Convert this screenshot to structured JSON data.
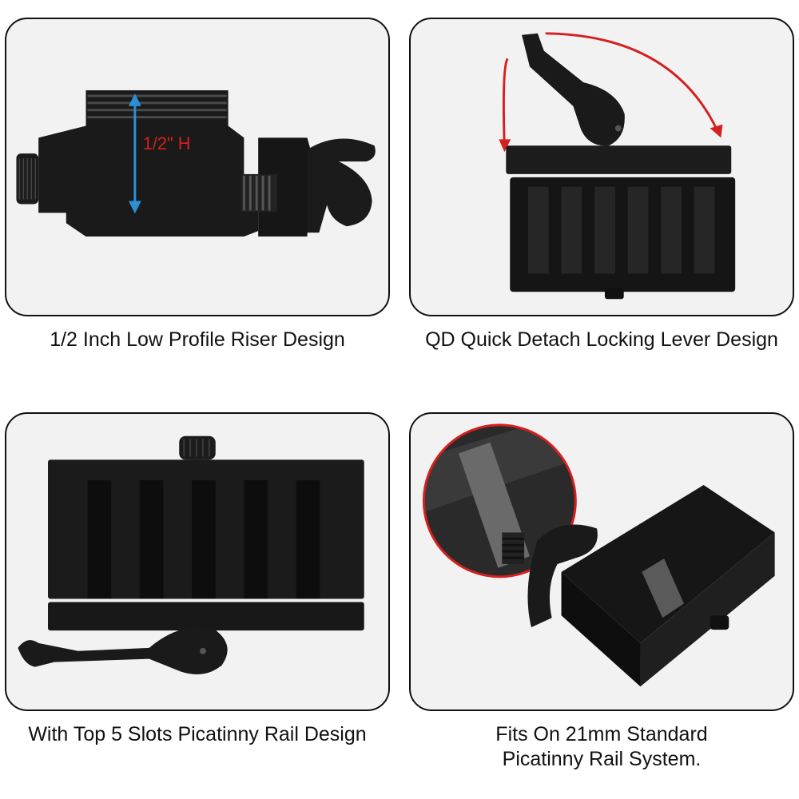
{
  "panels": [
    {
      "caption_lines": [
        "1/2 Inch Low Profile Riser Design"
      ],
      "dimension_label": "1/2\" H"
    },
    {
      "caption_lines": [
        "QD Quick Detach Locking Lever Design"
      ]
    },
    {
      "caption_lines": [
        "With Top 5 Slots Picatinny Rail Design"
      ]
    },
    {
      "caption_lines": [
        "Fits On 21mm Standard",
        "Picatinny Rail System."
      ]
    }
  ],
  "colors": {
    "panel_bg": "#f2f2f2",
    "panel_border": "#111111",
    "metal": "#1a1a1a",
    "metal_light": "#3a3a3a",
    "dimension_arrow": "#2b8fd6",
    "dimension_text": "#d62020",
    "motion_arrow": "#d61f1f"
  }
}
